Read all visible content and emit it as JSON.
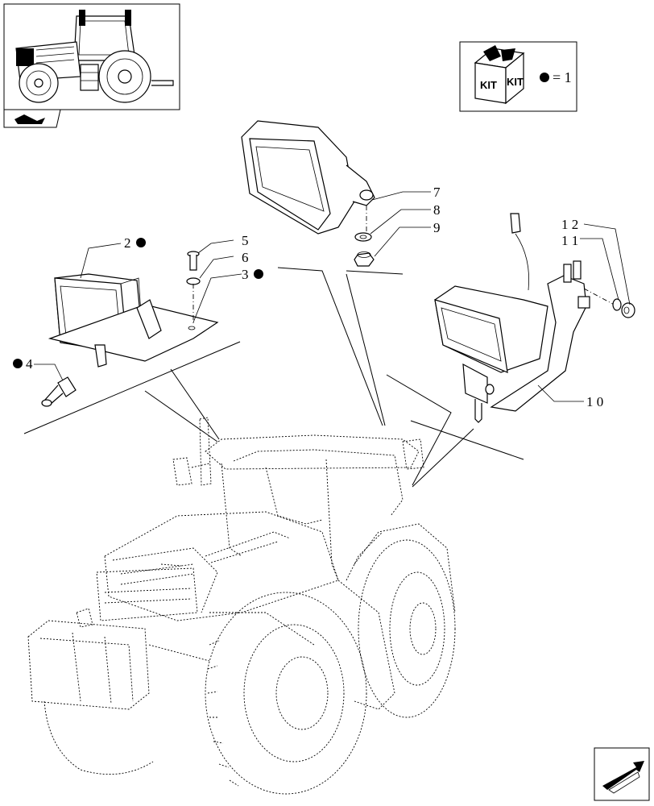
{
  "kit_legend": {
    "box_text_1": "KIT",
    "box_text_2": "KIT",
    "equals_text": "= 1"
  },
  "callouts": {
    "c2": "2",
    "c3": "3",
    "c4": "4",
    "c5": "5",
    "c6": "6",
    "c7": "7",
    "c8": "8",
    "c9": "9",
    "c10": "1 0",
    "c11": "1 1",
    "c12": "1 2"
  }
}
